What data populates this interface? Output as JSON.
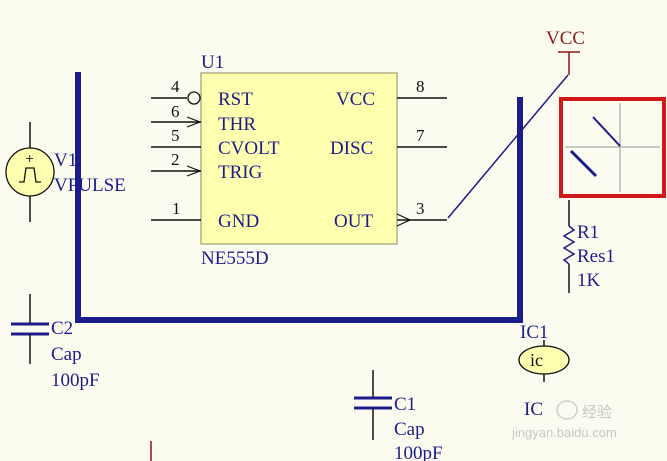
{
  "colors": {
    "background": "#fbfbf0",
    "component_fill": "#ffffb0",
    "component_stroke": "#8a8a60",
    "text": "#1c1c8c",
    "wire": "#1c1c8c",
    "pin": "#111111",
    "power": "#8b1a1a",
    "highlight": "#d01818",
    "crosshair": "#9a9a9a"
  },
  "u1": {
    "designator": "U1",
    "part": "NE555D",
    "pins": {
      "rst": {
        "name": "RST",
        "number": "4"
      },
      "thr": {
        "name": "THR",
        "number": "6"
      },
      "cvolt": {
        "name": "CVOLT",
        "number": "5"
      },
      "trig": {
        "name": "TRIG",
        "number": "2"
      },
      "gnd": {
        "name": "GND",
        "number": "1"
      },
      "vcc": {
        "name": "VCC",
        "number": "8"
      },
      "disc": {
        "name": "DISC",
        "number": "7"
      },
      "out": {
        "name": "OUT",
        "number": "3"
      }
    }
  },
  "v1": {
    "designator": "V1",
    "value": "VPULSE"
  },
  "power": {
    "label": "VCC"
  },
  "r1": {
    "designator": "R1",
    "comment": "Res1",
    "value": "1K"
  },
  "c2": {
    "designator": "C2",
    "comment": "Cap",
    "value": "100pF"
  },
  "c1": {
    "designator": "C1",
    "comment": "Cap",
    "value": "100pF"
  },
  "ic1": {
    "designator": "IC1",
    "symbol_text": "ic",
    "comment": "IC"
  },
  "watermark": {
    "site": "jingyan.baidu.com",
    "brand": "经验"
  }
}
